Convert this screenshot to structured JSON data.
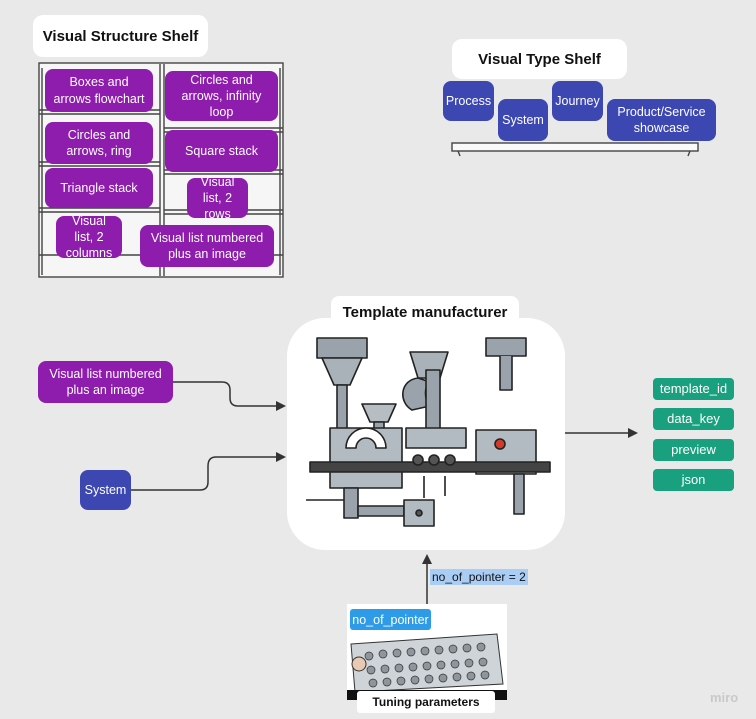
{
  "structure_shelf": {
    "title": "Visual Structure Shelf",
    "items": [
      "Boxes and arrows flowchart",
      "Circles and arrows, infinity loop",
      "Circles and arrows, ring",
      "Square stack",
      "Triangle stack",
      "Visual list, 2 rows",
      "Visual list, 2 columns",
      "Visual list numbered plus an image"
    ]
  },
  "type_shelf": {
    "title": "Visual Type Shelf",
    "items": [
      "Process",
      "System",
      "Journey",
      "Product/Service showcase"
    ]
  },
  "manufacturer": {
    "title": "Template manufacturer"
  },
  "inputs": {
    "structure": "Visual list numbered plus an image",
    "type": "System"
  },
  "outputs": [
    "template_id",
    "data_key",
    "preview",
    "json"
  ],
  "tuning": {
    "pointer_badge": "no_of_pointer",
    "arrow_label": "no_of_pointer = 2",
    "caption": "Tuning parameters"
  },
  "watermark": "miro",
  "colors": {
    "background": "#e9e9e9",
    "purple": "#8e1cac",
    "navy": "#3c47b2",
    "teal": "#19a07e",
    "badge_blue": "#2d9be8",
    "label_highlight": "#a9cdf5"
  },
  "icons": [
    "bookshelf-illustration",
    "shelf-illustration",
    "factory-machine-illustration",
    "control-panel-illustration"
  ]
}
